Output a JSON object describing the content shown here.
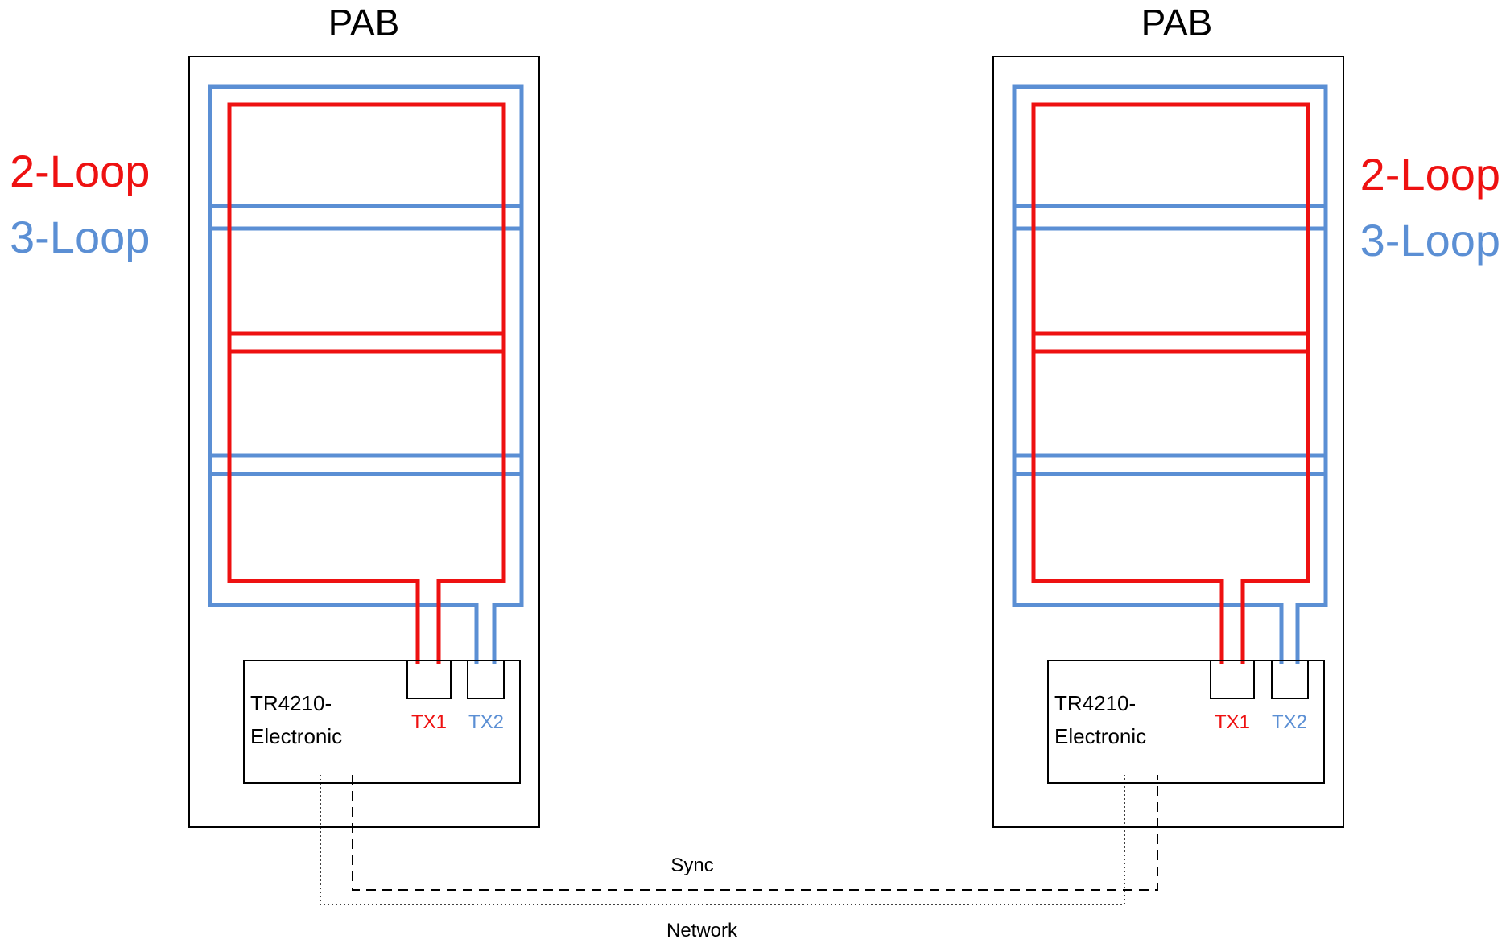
{
  "left_unit": {
    "title": "PAB",
    "legend_2loop": "2-Loop",
    "legend_3loop": "3-Loop",
    "electronic_line1": "TR4210-",
    "electronic_line2": "Electronic",
    "tx1_label": "TX1",
    "tx2_label": "TX2"
  },
  "right_unit": {
    "title": "PAB",
    "legend_2loop": "2-Loop",
    "legend_3loop": "3-Loop",
    "electronic_line1": "TR4210-",
    "electronic_line2": "Electronic",
    "tx1_label": "TX1",
    "tx2_label": "TX2"
  },
  "connections": {
    "sync_label": "Sync",
    "network_label": "Network"
  },
  "colors": {
    "loop2": "#ff0000",
    "loop3": "#5b8fd4",
    "frame": "#000000"
  }
}
